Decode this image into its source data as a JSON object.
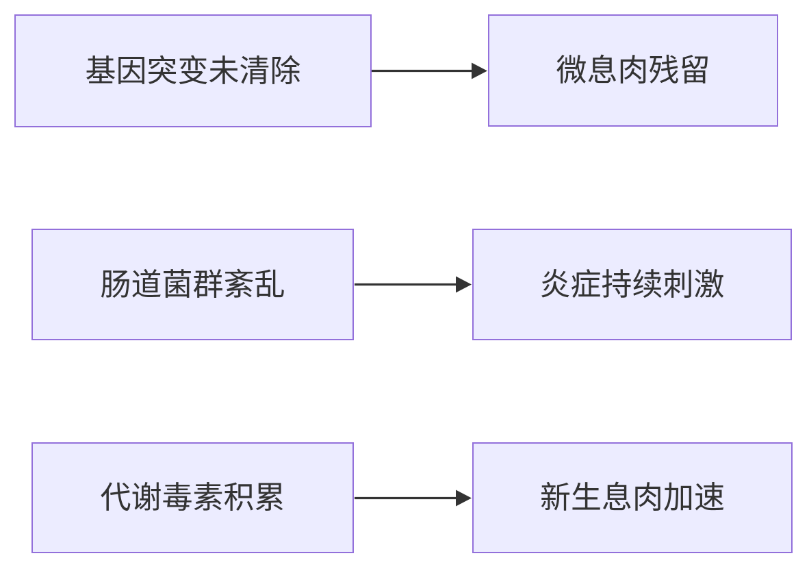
{
  "diagram": {
    "type": "flowchart",
    "direction": "left-to-right",
    "pairs": [
      {
        "source": "基因突变未清除",
        "target": "微息肉残留"
      },
      {
        "source": "肠道菌群紊乱",
        "target": "炎症持续刺激"
      },
      {
        "source": "代谢毒素积累",
        "target": "新生息肉加速"
      }
    ],
    "colors": {
      "node_fill": "#ECECFF",
      "node_border": "#9370DB",
      "node_text": "#333333",
      "arrow": "#333333",
      "background": "#FFFFFF"
    }
  }
}
